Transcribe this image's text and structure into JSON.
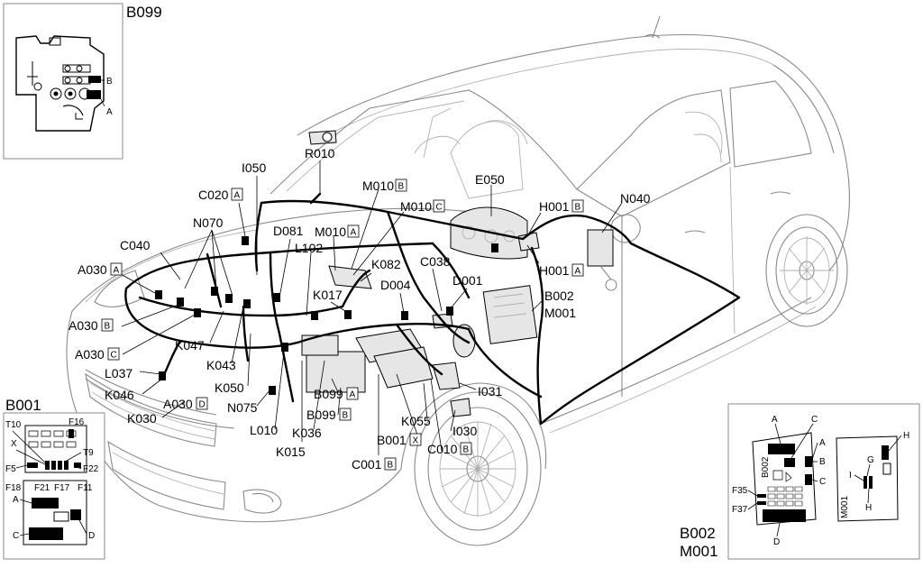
{
  "insets": {
    "b099": {
      "title": "B099",
      "letters": [
        "B",
        "A"
      ]
    },
    "b001": {
      "title": "B001",
      "fuses": [
        "T10",
        "F16",
        "X",
        "T9",
        "F5",
        "F22",
        "F18",
        "F21",
        "F17",
        "F11"
      ],
      "letters": [
        "A",
        "C",
        "D"
      ]
    },
    "b002m001": {
      "title1": "B002",
      "title2": "M001",
      "letters": [
        "A",
        "C",
        "A",
        "B",
        "C",
        "H",
        "G",
        "I",
        "H",
        "D"
      ],
      "vertical": [
        "B002",
        "M001"
      ],
      "fuses": [
        "F35",
        "F37"
      ]
    }
  },
  "labels": [
    {
      "id": "R010",
      "text": "R010",
      "box": ""
    },
    {
      "id": "I050",
      "text": "I050",
      "box": ""
    },
    {
      "id": "M010B",
      "text": "M010",
      "box": "B"
    },
    {
      "id": "E050",
      "text": "E050",
      "box": ""
    },
    {
      "id": "C020A",
      "text": "C020",
      "box": "A"
    },
    {
      "id": "M010C",
      "text": "M010",
      "box": "C"
    },
    {
      "id": "H001B",
      "text": "H001",
      "box": "B"
    },
    {
      "id": "N040",
      "text": "N040",
      "box": ""
    },
    {
      "id": "N070",
      "text": "N070",
      "box": ""
    },
    {
      "id": "D081",
      "text": "D081",
      "box": ""
    },
    {
      "id": "M010A",
      "text": "M010",
      "box": "A"
    },
    {
      "id": "L102",
      "text": "L102",
      "box": ""
    },
    {
      "id": "C040",
      "text": "C040",
      "box": ""
    },
    {
      "id": "C038",
      "text": "C038",
      "box": ""
    },
    {
      "id": "H001A",
      "text": "H001",
      "box": "A"
    },
    {
      "id": "K082",
      "text": "K082",
      "box": ""
    },
    {
      "id": "A030A",
      "text": "A030",
      "box": "A"
    },
    {
      "id": "D001",
      "text": "D001",
      "box": ""
    },
    {
      "id": "D004",
      "text": "D004",
      "box": ""
    },
    {
      "id": "K017",
      "text": "K017",
      "box": ""
    },
    {
      "id": "B002",
      "text": "B002",
      "box": ""
    },
    {
      "id": "M001",
      "text": "M001",
      "box": ""
    },
    {
      "id": "A030B",
      "text": "A030",
      "box": "B"
    },
    {
      "id": "K047",
      "text": "K047",
      "box": ""
    },
    {
      "id": "A030C",
      "text": "A030",
      "box": "C"
    },
    {
      "id": "K043",
      "text": "K043",
      "box": ""
    },
    {
      "id": "L037",
      "text": "L037",
      "box": ""
    },
    {
      "id": "K050",
      "text": "K050",
      "box": ""
    },
    {
      "id": "B099A",
      "text": "B099",
      "box": "A"
    },
    {
      "id": "I031",
      "text": "I031",
      "box": ""
    },
    {
      "id": "K046",
      "text": "K046",
      "box": ""
    },
    {
      "id": "A030D",
      "text": "A030",
      "box": "D"
    },
    {
      "id": "N075",
      "text": "N075",
      "box": ""
    },
    {
      "id": "B099B",
      "text": "B099",
      "box": "B"
    },
    {
      "id": "K030",
      "text": "K030",
      "box": ""
    },
    {
      "id": "K055",
      "text": "K055",
      "box": ""
    },
    {
      "id": "L010",
      "text": "L010",
      "box": ""
    },
    {
      "id": "K036",
      "text": "K036",
      "box": ""
    },
    {
      "id": "I030",
      "text": "I030",
      "box": ""
    },
    {
      "id": "B001X",
      "text": "B001",
      "box": "X"
    },
    {
      "id": "C010B",
      "text": "C010",
      "box": "B"
    },
    {
      "id": "K015",
      "text": "K015",
      "box": ""
    },
    {
      "id": "C001B",
      "text": "C001",
      "box": "B"
    }
  ]
}
